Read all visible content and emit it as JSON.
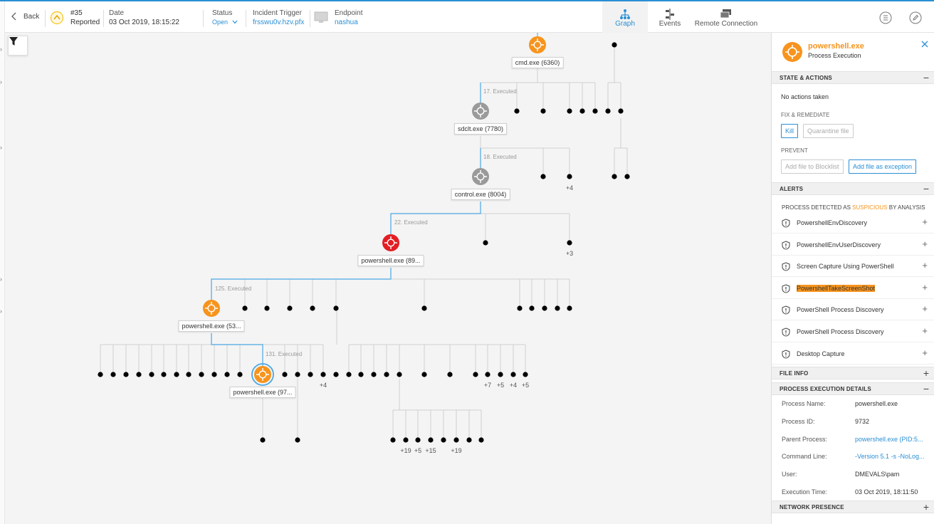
{
  "topbar": {
    "back_label": "Back",
    "incident_number": "#35",
    "incident_state": "Reported",
    "date_label": "Date",
    "date_value": "03 Oct 2019, 18:15:22",
    "status_label": "Status",
    "status_value": "Open",
    "trigger_label": "Incident Trigger",
    "trigger_value": "frsswu0v.hzv.pfx",
    "endpoint_label": "Endpoint",
    "endpoint_value": "nashua",
    "views": [
      {
        "label": "Graph",
        "icon": "graph-icon",
        "active": true
      },
      {
        "label": "Events",
        "icon": "events-icon",
        "active": false
      },
      {
        "label": "Remote Connection",
        "icon": "remote-connection-icon",
        "active": false
      }
    ],
    "accent_color": "#2a8fd4"
  },
  "graph": {
    "colors": {
      "orange": "#f7a633",
      "gray": "#a8a8a8",
      "red": "#e82626",
      "edge": "#cfcfcf",
      "path": "#4aa7e3",
      "big_orange": "#f7941d",
      "big_gray": "#9a9a9a",
      "big_red": "#e31e24"
    },
    "node_labels": {
      "cmd": "cmd.exe (6360)",
      "sdclt": "sdclt.exe (7780)",
      "control": "control.exe (8004)",
      "ps1": "powershell.exe (89...",
      "ps2": "powershell.exe (53...",
      "ps3": "powershell.exe (97..."
    },
    "edge_labels": {
      "e1": "17. Executed",
      "e2": "18. Executed",
      "e3": "22. Executed",
      "e4": "125. Executed",
      "e5": "131. Executed"
    },
    "counts": {
      "a": "+4",
      "b": "+3",
      "c": "+4",
      "d": "+7",
      "e": "+5",
      "f": "+4",
      "g": "+5",
      "h": "+19",
      "i": "+5",
      "j": "+15",
      "k": "+19"
    }
  },
  "panel": {
    "process_name": "powershell.exe",
    "process_type": "Process Execution",
    "state_section": "STATE & ACTIONS",
    "no_actions": "No actions taken",
    "fix_label": "FIX & REMEDIATE",
    "kill_label": "Kill",
    "quarantine_label": "Quarantine file",
    "prevent_label": "PREVENT",
    "blocklist_label": "Add file to Blocklist",
    "exception_label": "Add file as exception",
    "alerts_section": "ALERTS",
    "detected_prefix": "PROCESS DETECTED AS",
    "detected_word": "SUSPICIOUS",
    "detected_suffix": "BY ANALYSIS",
    "alerts": [
      "PowershellEnvDiscovery",
      "PowershellEnvUserDiscovery",
      "Screen Capture Using PowerShell",
      "PowershellTakeScreenShot",
      "PowerShell Process Discovery",
      "PowerShell Process Discovery",
      "Desktop Capture"
    ],
    "file_info_section": "FILE INFO",
    "exec_section": "PROCESS EXECUTION DETAILS",
    "details": [
      {
        "key": "Process Name:",
        "value": "powershell.exe",
        "link": false
      },
      {
        "key": "Process ID:",
        "value": "9732",
        "link": false
      },
      {
        "key": "Parent Process:",
        "value": "powershell.exe (PID:5...",
        "link": true
      },
      {
        "key": "Command Line:",
        "value": "-Version 5.1 -s -NoLog...",
        "link": true
      },
      {
        "key": "User:",
        "value": "DMEVALS\\pam",
        "link": false
      },
      {
        "key": "Execution Time:",
        "value": "03 Oct 2019, 18:11:50",
        "link": false
      }
    ],
    "network_section": "NETWORK PRESENCE",
    "suspicious_color": "#f7941d"
  }
}
